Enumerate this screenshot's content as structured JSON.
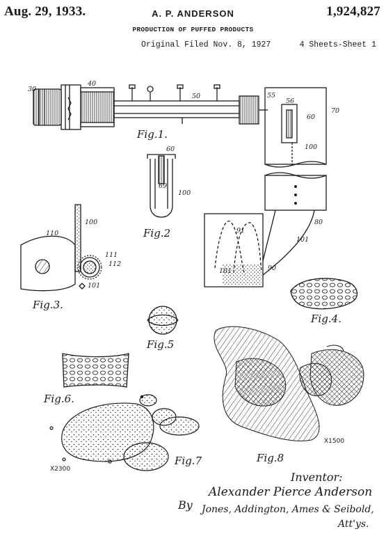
{
  "header": {
    "date": "Aug. 29, 1933.",
    "inventor_name": "A. P. ANDERSON",
    "patent_number": "1,924,827",
    "title": "PRODUCTION OF PUFFED PRODUCTS",
    "filed": "Original Filed Nov. 8, 1927",
    "sheets": "4 Sheets-Sheet 1"
  },
  "figures": {
    "fig1": "Fig.1.",
    "fig2": "Fig.2",
    "fig3": "Fig.3.",
    "fig4": "Fig.4.",
    "fig5": "Fig.5",
    "fig6": "Fig.6.",
    "fig7": "Fig.7",
    "fig8": "Fig.8"
  },
  "reference_numerals": {
    "r30": "30",
    "r40": "40",
    "r50": "50",
    "r55": "55",
    "r56": "56",
    "r60a": "60",
    "r70": "70",
    "r100a": "100",
    "r60b": "60",
    "r69": "69",
    "r100b": "100",
    "r110": "110",
    "r100c": "100",
    "r111": "111",
    "r112": "112",
    "r101a": "101",
    "r91": "91",
    "r80": "80",
    "r101b": "101",
    "r101c": "101",
    "r90": "90"
  },
  "magnifications": {
    "x1500": "X1500",
    "x2300": "X2300"
  },
  "signature": {
    "inventor_label": "Inventor:",
    "inventor_name": "Alexander Pierce Anderson",
    "by": "By",
    "attorneys": "Jones, Addington, Ames & Seibold,",
    "attys_label": "Att'ys."
  }
}
